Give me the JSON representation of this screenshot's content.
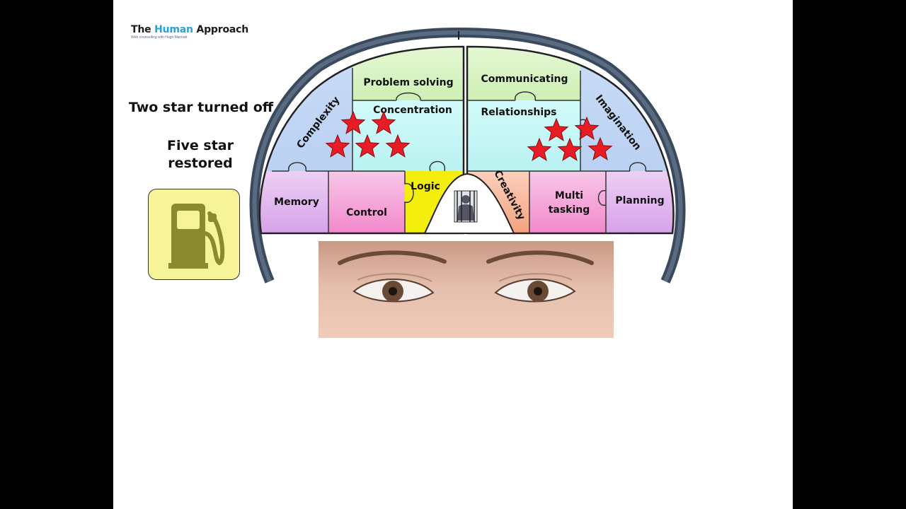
{
  "logo": {
    "brand_part1": "The ",
    "brand_accent": "Human",
    "brand_part2": " Approach",
    "tagline": "Web counselling with Hugh Macnab",
    "accent_color": "#2aa0d8"
  },
  "side_notes": {
    "line1": "Two star turned off",
    "line2a": "Five star",
    "line2b": "restored"
  },
  "fuel_icon": {
    "name": "fuel-pump-icon",
    "box_color": "#f7f39a",
    "icon_color": "#8a8a2e"
  },
  "brain_regions": {
    "problem_solving": "Problem solving",
    "concentration": "Concentration",
    "complexity": "Complexity",
    "memory": "Memory",
    "control": "Control",
    "logic": "Logic",
    "communicating": "Communicating",
    "relationships": "Relationships",
    "imagination": "Imagination",
    "creativity": "Creativity",
    "multi_tasking_1": "Multi",
    "multi_tasking_2": "tasking",
    "planning": "Planning"
  },
  "stars": {
    "left_count": 5,
    "right_count": 5,
    "color": "#e81c24"
  },
  "colors": {
    "green": "#d9f5c4",
    "cyan": "#c8f7f6",
    "blue": "#c3d8f5",
    "lavender": "#e2b9ee",
    "pink": "#f5a9d9",
    "yellow": "#f2ee10",
    "orange": "#f7b99a",
    "skull": "#3a4a5e"
  }
}
